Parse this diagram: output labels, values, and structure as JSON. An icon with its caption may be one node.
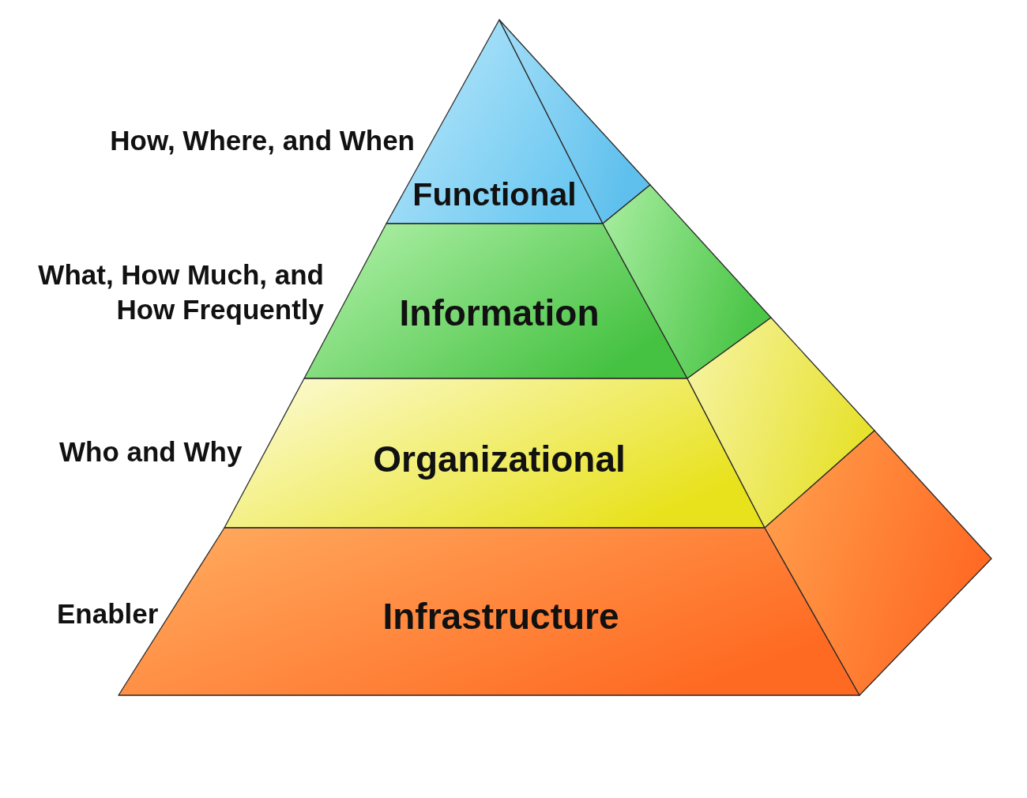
{
  "diagram": {
    "nodes": [
      {
        "text": [
          "Functional"
        ],
        "beside": [
          "How, Where, and When"
        ]
      },
      {
        "text": [
          "Information"
        ],
        "beside": [
          "What, How Much, and How Frequently"
        ]
      },
      {
        "text": [
          "Organizational"
        ],
        "beside": [
          "Who and Why"
        ]
      },
      {
        "text": [
          "Infrastructure"
        ],
        "beside": [
          "Enabler"
        ]
      }
    ]
  }
}
